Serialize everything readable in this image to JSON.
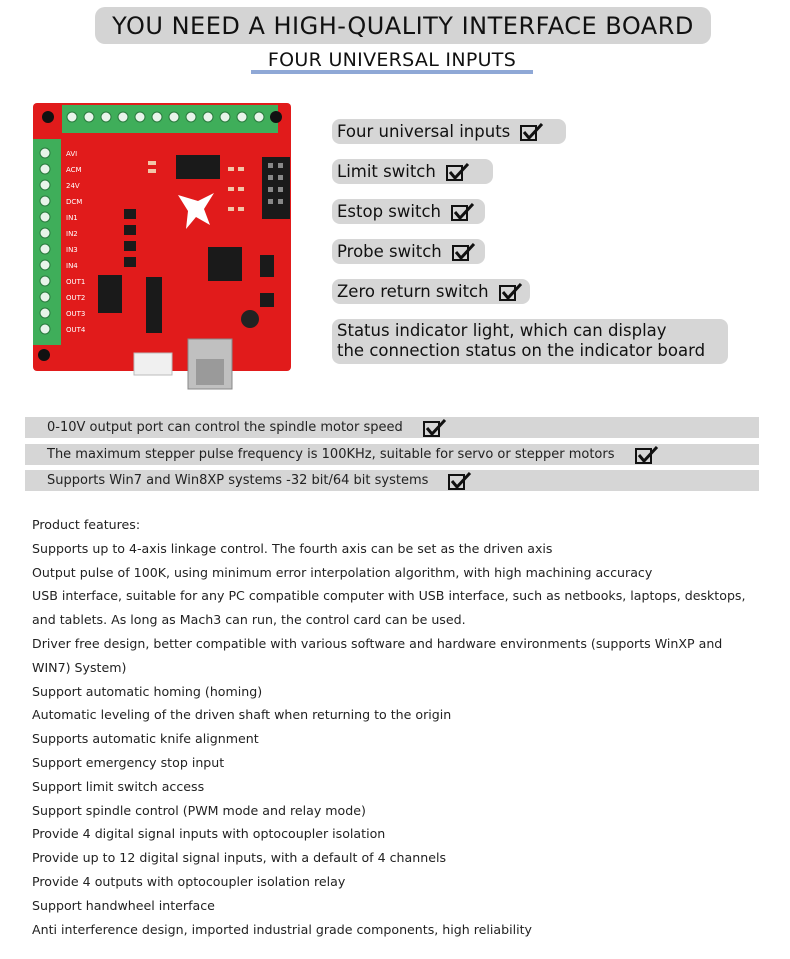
{
  "header": {
    "title": "YOU NEED A HIGH-QUALITY INTERFACE BOARD",
    "subtitle": "FOUR UNIVERSAL INPUTS"
  },
  "board": {
    "labels": [
      "AVI",
      "ACM",
      "24V",
      "DCM",
      "IN1",
      "IN2",
      "IN3",
      "IN4",
      "OUT1",
      "OUT2",
      "OUT3",
      "OUT4"
    ],
    "colors": {
      "pcb": "#e11b1b",
      "terminal": "#3fae5a",
      "chip": "#1a1a1a",
      "usb": "#b9b9b9"
    }
  },
  "right_features": [
    {
      "label": "Four universal inputs",
      "icon": "checkbox-checked-icon"
    },
    {
      "label": "Limit switch",
      "icon": "checkbox-checked-icon"
    },
    {
      "label": "Estop switch",
      "icon": "checkbox-checked-icon"
    },
    {
      "label": "Probe switch",
      "icon": "checkbox-checked-icon"
    },
    {
      "label": "Zero return switch",
      "icon": "checkbox-checked-icon"
    }
  ],
  "status_feature": {
    "line1": "Status indicator light, which can display",
    "line2": "the connection status on the indicator board"
  },
  "bars": [
    {
      "label": "0-10V output port can control the spindle motor speed",
      "icon": "checkbox-checked-icon"
    },
    {
      "label": "The maximum stepper pulse frequency is 100KHz, suitable for servo or stepper motors",
      "icon": "checkbox-checked-icon"
    },
    {
      "label": "Supports Win7 and Win8XP systems -32 bit/64 bit systems",
      "icon": "checkbox-checked-icon"
    }
  ],
  "product_features": {
    "heading": "Product features:",
    "items": [
      "Supports up to 4-axis linkage control. The fourth axis can be set as the driven axis",
      "Output pulse of 100K, using minimum error interpolation algorithm, with high machining accuracy",
      "USB interface, suitable for any PC compatible computer with USB interface, such as netbooks, laptops, desktops, and tablets. As long as Mach3 can run, the control card can be used.",
      "Driver free design, better compatible with various software and hardware environments (supports WinXP and WIN7) System)",
      "Support automatic homing (homing)",
      "Automatic leveling of the driven shaft when returning to the origin",
      "Supports automatic knife alignment",
      "Support emergency stop input",
      "Support limit switch access",
      "Support spindle control (PWM mode and relay mode)",
      "Provide 4 digital signal inputs with optocoupler isolation",
      "Provide up to 12 digital signal inputs, with a default of 4 channels",
      "Provide 4 outputs with optocoupler isolation relay",
      "Support handwheel interface",
      "Anti interference design, imported industrial grade components, high reliability"
    ]
  }
}
